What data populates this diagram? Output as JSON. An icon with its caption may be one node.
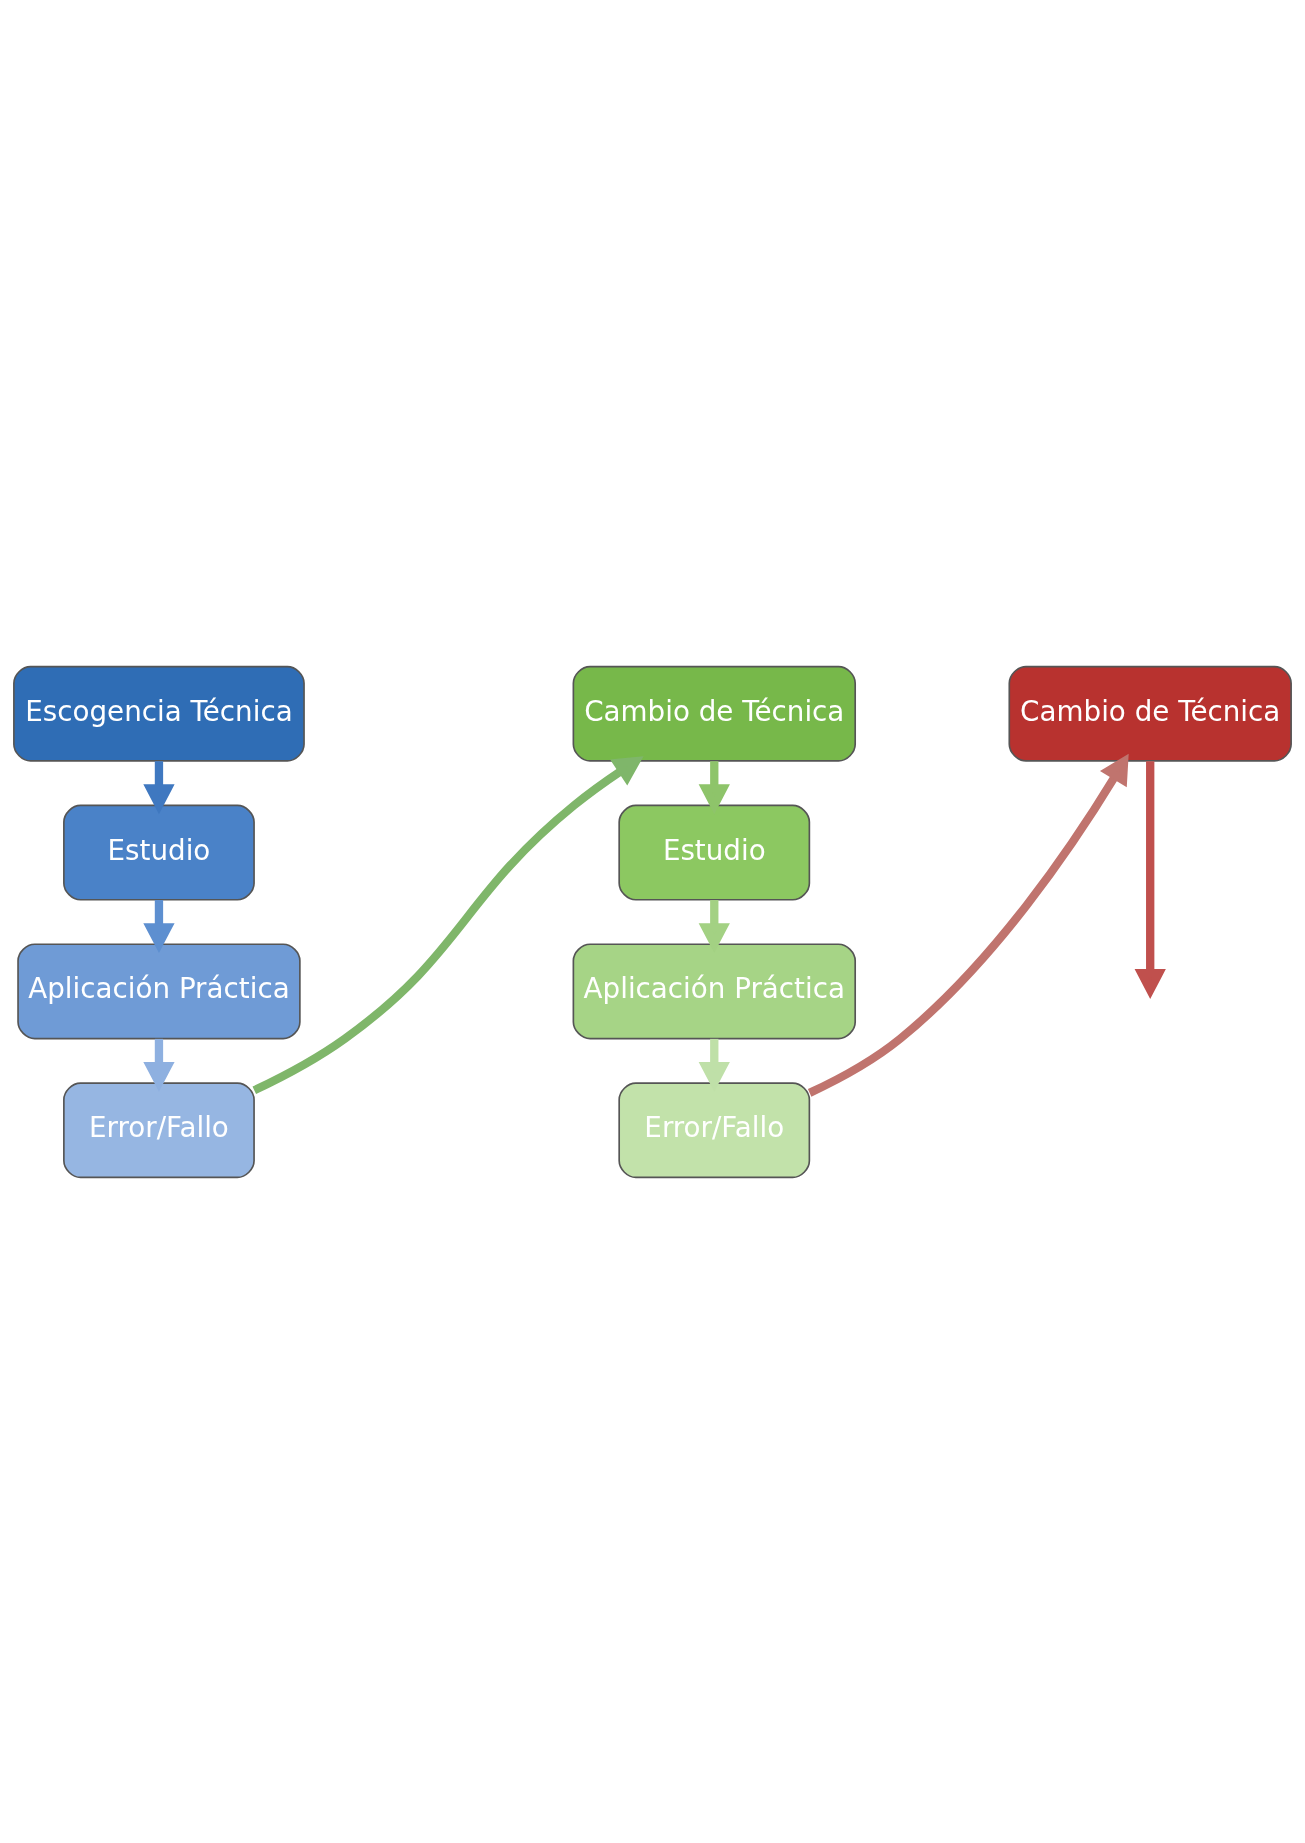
{
  "diagram": {
    "nodes": [
      {
        "text": [
          "Escogencia Técnica"
        ]
      },
      {
        "text": [
          "Estudio"
        ]
      },
      {
        "text": [
          "Aplicación Práctica"
        ]
      },
      {
        "text": [
          "Error/Fallo"
        ]
      },
      {
        "text": [
          "Cambio de Técnica"
        ]
      },
      {
        "text": [
          "Estudio"
        ]
      },
      {
        "text": [
          "Aplicación Práctica"
        ]
      },
      {
        "text": [
          "Error/Fallo"
        ]
      },
      {
        "text": [
          "Cambio de Técnica"
        ]
      }
    ],
    "edges": [
      {
        "from": 0,
        "to": 1,
        "arrow": "to",
        "color": "#3f78c0"
      },
      {
        "from": 1,
        "to": 2,
        "arrow": "to",
        "color": "#5d8fd0"
      },
      {
        "from": 2,
        "to": 3,
        "arrow": "to",
        "color": "#8eb0e0"
      },
      {
        "from": 3,
        "to": 4,
        "arrow": "to",
        "color": "#7fb66a"
      },
      {
        "from": 4,
        "to": 5,
        "arrow": "to",
        "color": "#8ec46a"
      },
      {
        "from": 5,
        "to": 6,
        "arrow": "to",
        "color": "#a3d183"
      },
      {
        "from": 6,
        "to": 7,
        "arrow": "to",
        "color": "#bfe0a8"
      },
      {
        "from": 7,
        "to": 8,
        "arrow": "to",
        "color": "#c0746e"
      },
      {
        "from": 8,
        "to": null,
        "arrow": "to",
        "color": "#c0504d"
      }
    ]
  }
}
